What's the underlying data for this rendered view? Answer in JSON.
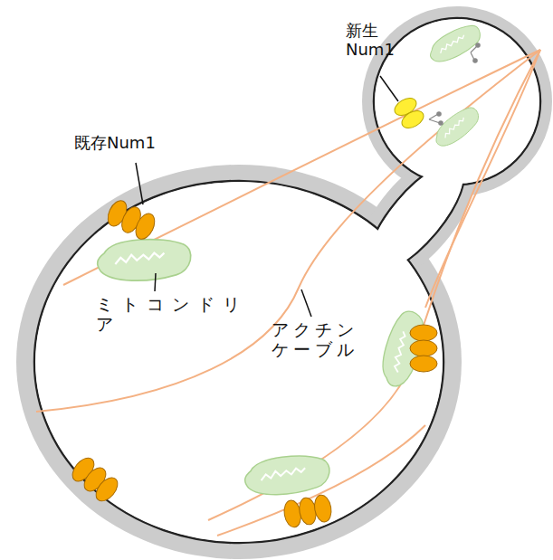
{
  "diagram": {
    "labels": [
      "既存Num1",
      "新生 Num1",
      "ミトコンドリア",
      "アクチン ケーブル"
    ]
  }
}
